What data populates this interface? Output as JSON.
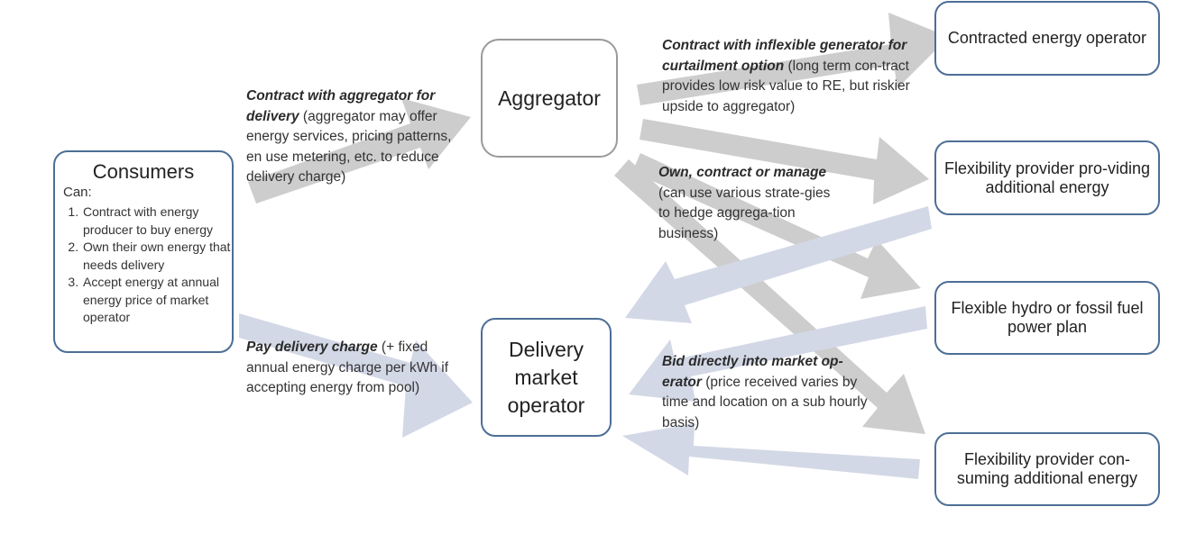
{
  "consumers": {
    "title": "Consumers",
    "subtitle": "Can:",
    "items": [
      "Contract with energy producer to buy energy",
      "Own their own energy that needs delivery",
      "Accept energy at annual energy price of market operator"
    ]
  },
  "aggregator": {
    "label": "Aggregator"
  },
  "delivery_operator": {
    "label": "Delivery market operator"
  },
  "right_boxes": [
    {
      "label": "Contracted energy operator"
    },
    {
      "label": "Flexibility provider pro-viding additional energy"
    },
    {
      "label": "Flexible hydro or fossil fuel power plan"
    },
    {
      "label": "Flexibility provider con-suming additional energy"
    }
  ],
  "annotations": {
    "consumer_to_aggregator": {
      "bold": "Contract with aggregator for delivery",
      "text": " (aggregator may offer energy services, pricing patterns, en use metering, etc. to reduce delivery charge)"
    },
    "consumer_to_delivery": {
      "bold": "Pay delivery charge",
      "text": " (+ fixed annual energy charge per kWh if accepting energy from pool)"
    },
    "aggregator_to_contracted": {
      "bold": "Contract with inflexible generator for curtailment option",
      "text": " (long term con-tract provides low risk value to RE, but riskier upside to aggregator)"
    },
    "aggregator_own": {
      "bold": "Own, contract or manage",
      "text": " (can use various strate-gies to hedge aggrega-tion business)"
    },
    "bid_market": {
      "bold": "Bid directly into market op-erator",
      "text": " (price received varies by time and location on a sub hourly basis)"
    }
  },
  "colors": {
    "box_border": "#4d6e96",
    "aggregator_border": "#9a9a9a",
    "gray_arrow": "#cdcdcd",
    "blue_arrow": "#d3d8e6",
    "text": "#333333"
  }
}
